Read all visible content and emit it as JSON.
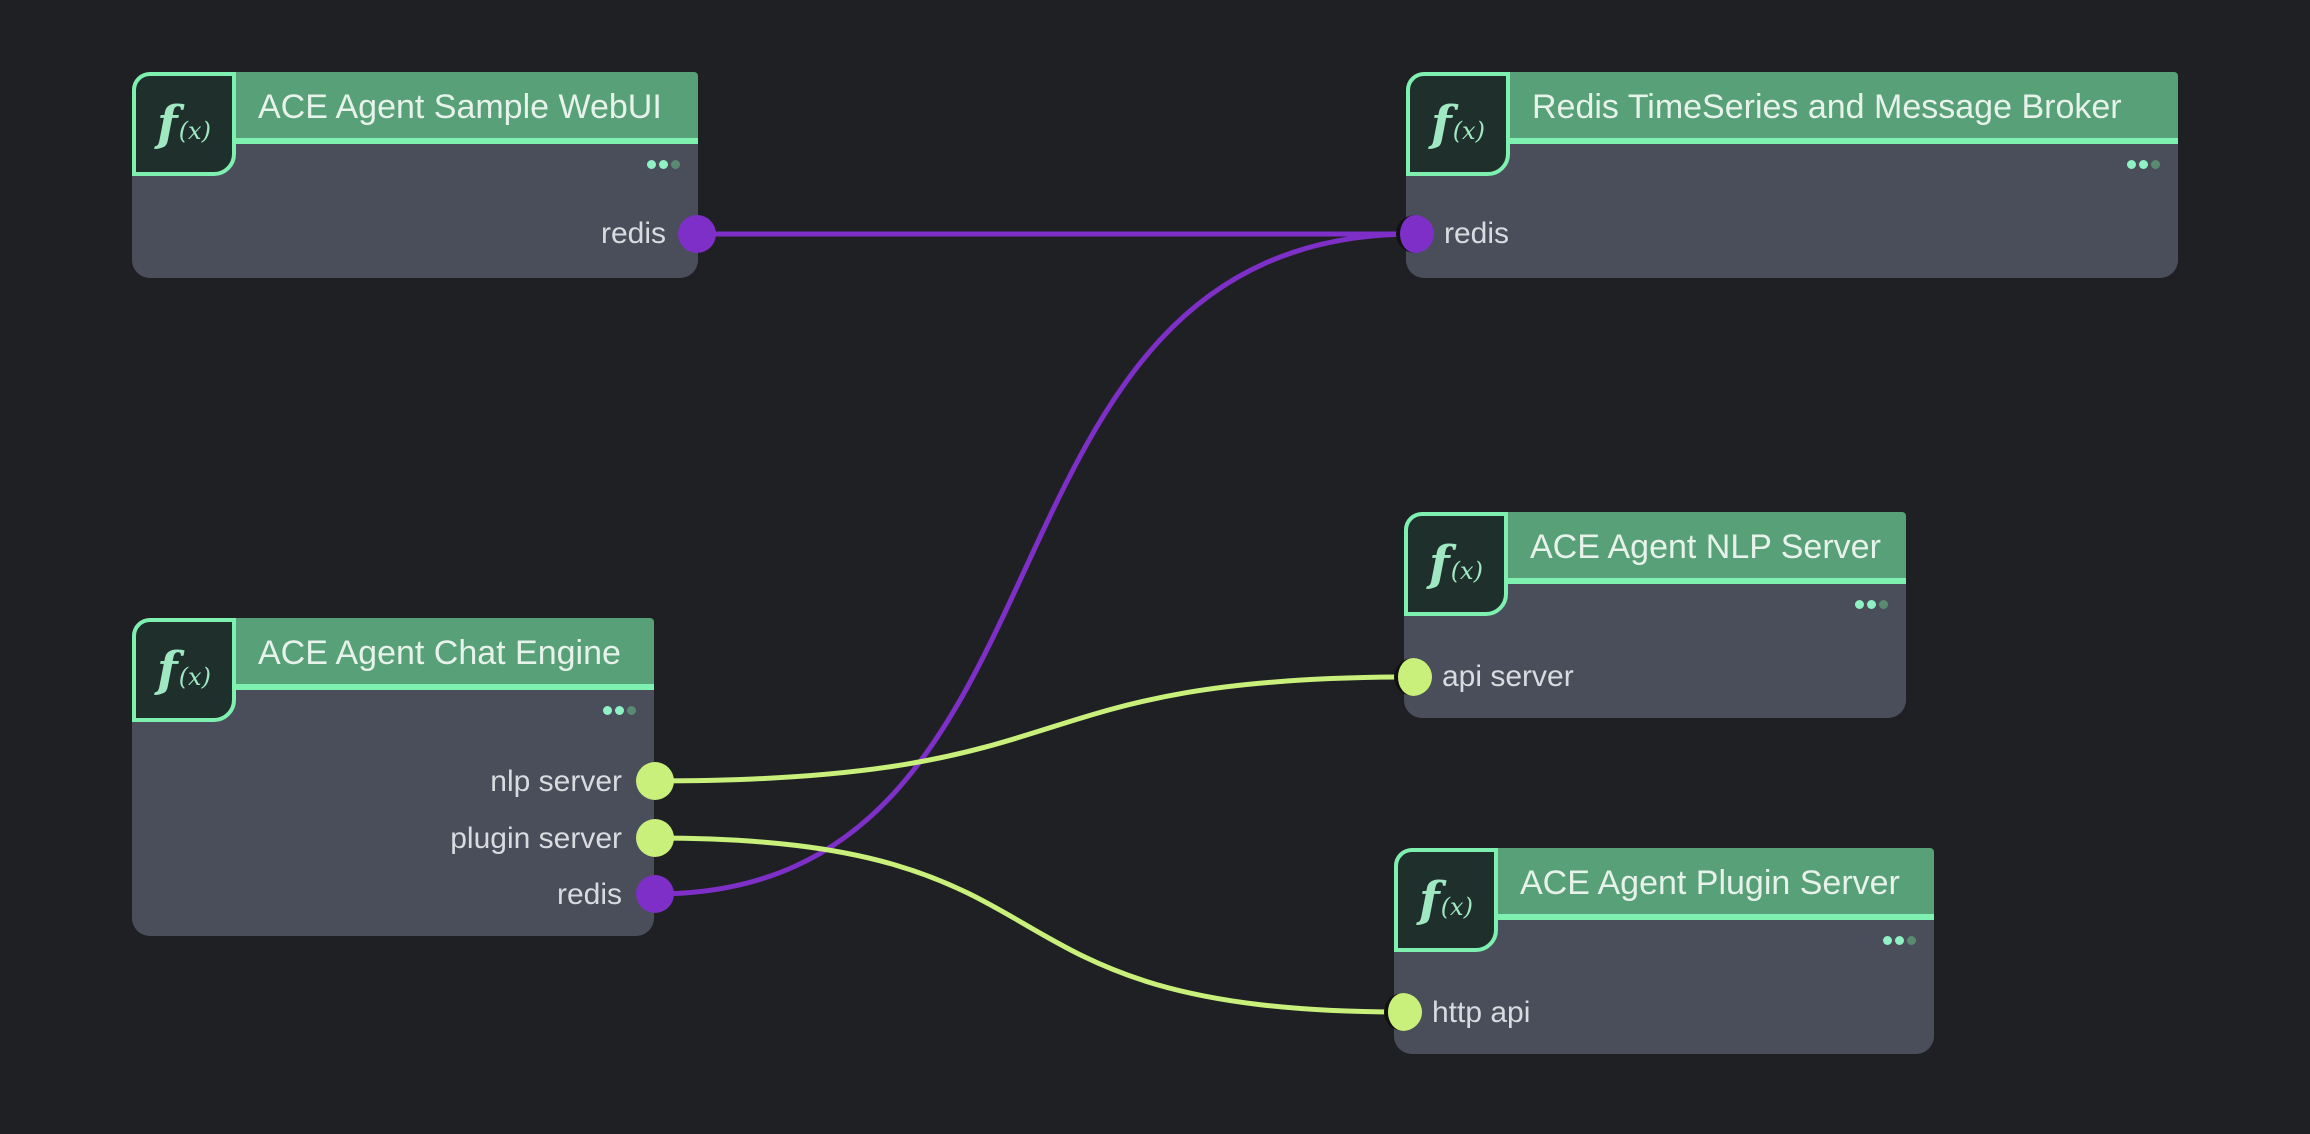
{
  "colors": {
    "background": "#1f2023",
    "node_body": "#4a4e5a",
    "node_header": "#57a078",
    "node_accent": "#7ef0b0",
    "wire_redis": "#7e2fc8",
    "wire_api": "#c8f07a"
  },
  "icon_name": "function-fx-icon",
  "icon_glyph": {
    "f": "f",
    "x": "(x)"
  },
  "nodes": {
    "webui": {
      "title": "ACE Agent Sample WebUI",
      "ports": {
        "redis": "redis"
      }
    },
    "redis_broker": {
      "title": "Redis TimeSeries and Message Broker",
      "ports": {
        "redis": "redis"
      }
    },
    "chat_engine": {
      "title": "ACE Agent Chat Engine",
      "ports": {
        "nlp": "nlp server",
        "plugin": "plugin server",
        "redis": "redis"
      }
    },
    "nlp_server": {
      "title": "ACE Agent NLP Server",
      "ports": {
        "api": "api server"
      }
    },
    "plugin_server": {
      "title": "ACE Agent Plugin Server",
      "ports": {
        "http": "http api"
      }
    }
  }
}
